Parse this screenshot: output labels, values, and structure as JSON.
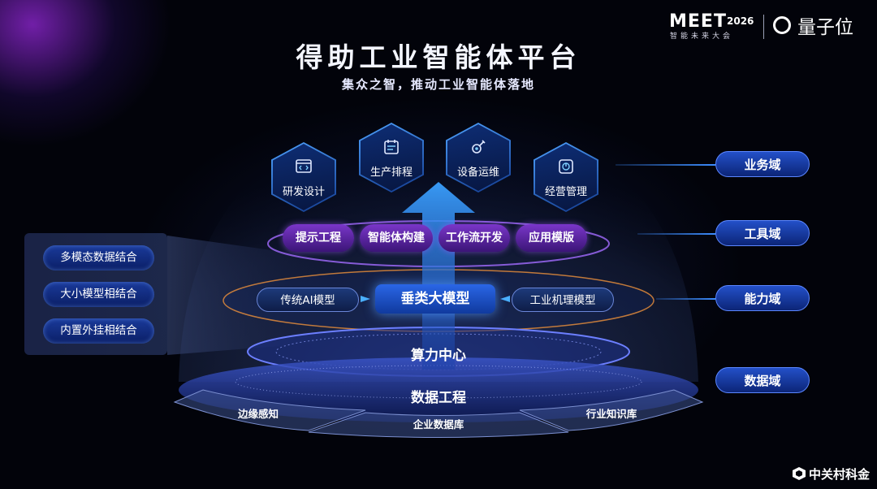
{
  "header": {
    "title": "得助工业智能体平台",
    "subtitle": "集众之智，推动工业智能体落地"
  },
  "brand": {
    "meet": "MEET",
    "year": "2026",
    "meet_sub": "智能未来大会",
    "qbw": "量子位",
    "zgc": "中关村科金"
  },
  "left_panel": {
    "items": [
      "多模态数据结合",
      "大小模型相结合",
      "内置外挂相结合"
    ]
  },
  "domains": [
    "业务域",
    "工具域",
    "能力域",
    "数据域"
  ],
  "business": {
    "items": [
      {
        "label": "研发设计",
        "icon": "code-window-icon"
      },
      {
        "label": "生产排程",
        "icon": "calendar-icon"
      },
      {
        "label": "设备运维",
        "icon": "wrench-gear-icon"
      },
      {
        "label": "经营管理",
        "icon": "management-icon"
      }
    ]
  },
  "tools": [
    "提示工程",
    "智能体构建",
    "工作流开发",
    "应用模版"
  ],
  "capability": {
    "left": "传统AI模型",
    "center": "垂类大模型",
    "right": "工业机理模型"
  },
  "compute": "算力中心",
  "data": {
    "title": "数据工程",
    "sources": [
      "边缘感知",
      "企业数据库",
      "行业知识库"
    ]
  },
  "colors": {
    "accent_blue": "#2a66e6",
    "accent_purple": "#7a36c9",
    "background": "#02030a"
  }
}
